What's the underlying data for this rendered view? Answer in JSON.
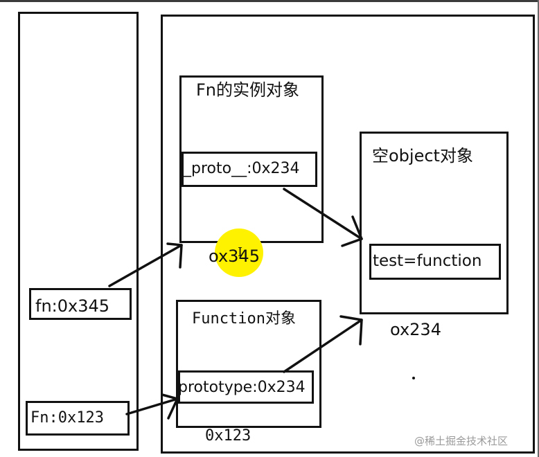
{
  "diagram": {
    "stack_refs": {
      "fn": "fn:0x345",
      "Fn": "Fn:0x123"
    },
    "instance": {
      "title": "Fn的实例对象",
      "proto_field": "_proto__:0x234",
      "address": "ox345"
    },
    "function_obj": {
      "title": "Function对象",
      "prototype_field": "prototype:0x234",
      "address": "0x123"
    },
    "empty_obj": {
      "title": "空object对象",
      "test_field": "test=function",
      "address": "ox234"
    }
  },
  "highlight_color": "#fff200",
  "watermark": "@稀土掘金技术社区"
}
